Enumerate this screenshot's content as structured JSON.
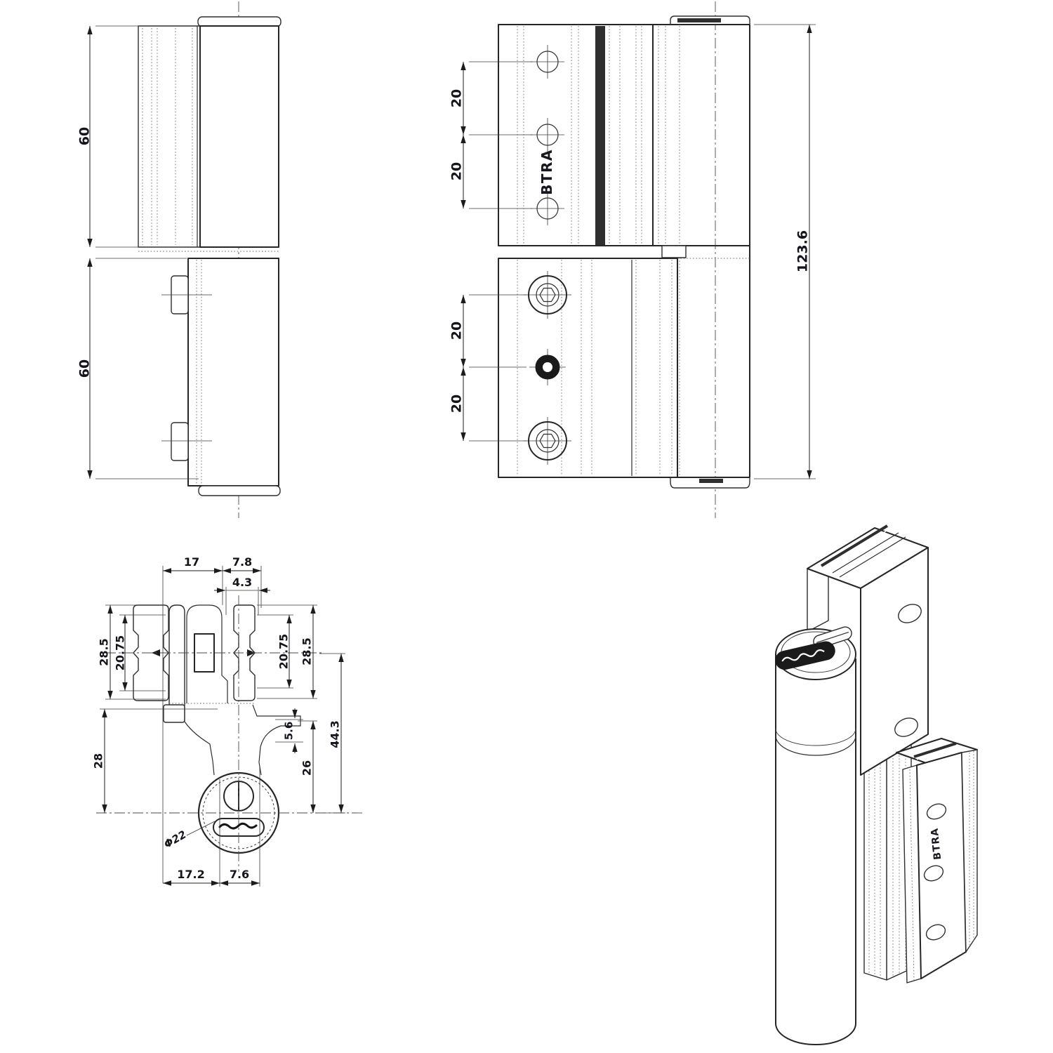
{
  "views": {
    "side": {
      "dim_upper_height": "60",
      "dim_lower_height": "60"
    },
    "front": {
      "brand": "BTRA",
      "dim_hole_spacing_top_1": "20",
      "dim_hole_spacing_top_2": "20",
      "dim_hole_spacing_bottom_1": "20",
      "dim_hole_spacing_bottom_2": "20",
      "dim_total_height": "123.6"
    },
    "section": {
      "dim_width_main": "17",
      "dim_width_right": "7.8",
      "dim_width_notch": "4.3",
      "dim_left_outer": "28.5",
      "dim_left_inner": "20.75",
      "dim_right_inner": "20.75",
      "dim_right_outer": "28.5",
      "dim_step": "5.6",
      "dim_height_total": "44.3",
      "dim_height_right": "26",
      "dim_height_left": "28",
      "dim_knob_diameter": "Φ22",
      "dim_bottom_width_left": "17.2",
      "dim_bottom_width_right": "7.6"
    },
    "iso": {
      "brand": "BTRA"
    }
  }
}
